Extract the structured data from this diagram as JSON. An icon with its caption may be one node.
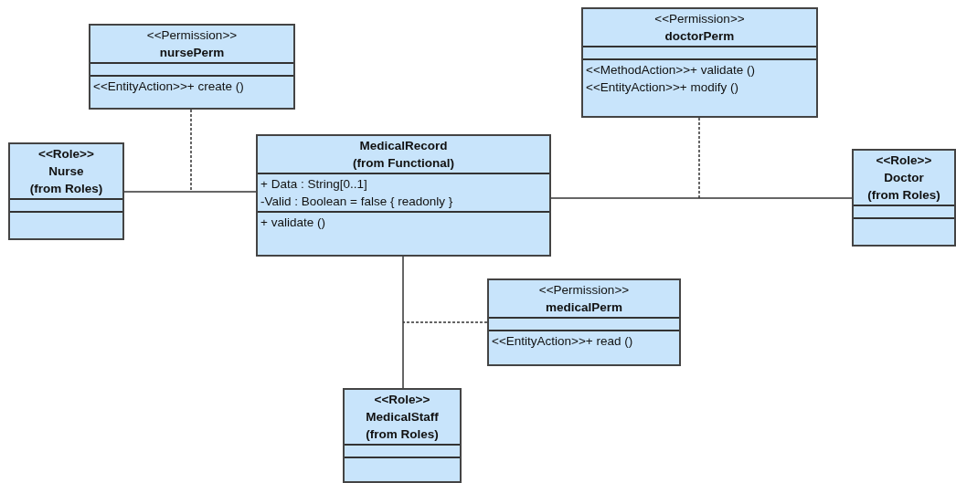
{
  "diagram": {
    "nodes": [
      {
        "text": [
          "<<Permission>>",
          "nursePerm",
          "<<EntityAction>>+ create ()"
        ]
      },
      {
        "text": [
          "<<Permission>>",
          "doctorPerm",
          "<<MethodAction>>+ validate ()",
          "<<EntityAction>>+ modify ()"
        ]
      },
      {
        "text": [
          "<<Role>>",
          "Nurse",
          "(from Roles)"
        ]
      },
      {
        "text": [
          "MedicalRecord",
          "(from Functional)",
          "+ Data : String[0..1]",
          "-Valid : Boolean = false { readonly }",
          "+ validate ()"
        ]
      },
      {
        "text": [
          "<<Role>>",
          "Doctor",
          "(from Roles)"
        ]
      },
      {
        "text": [
          "<<Permission>>",
          "medicalPerm",
          "<<EntityAction>>+ read ()"
        ]
      },
      {
        "text": [
          "<<Role>>",
          "MedicalStaff",
          "(from Roles)"
        ]
      }
    ],
    "edges": [
      {
        "from": 2,
        "to": 3,
        "arrow": "none"
      },
      {
        "from": 3,
        "to": 4,
        "arrow": "none"
      },
      {
        "from": 3,
        "to": 6,
        "arrow": "none"
      },
      {
        "from": 0,
        "to": null,
        "arrow": "none",
        "style": "dashed"
      },
      {
        "from": 1,
        "to": null,
        "arrow": "none",
        "style": "dashed"
      },
      {
        "from": 5,
        "to": null,
        "arrow": "none",
        "style": "dashed"
      }
    ]
  }
}
